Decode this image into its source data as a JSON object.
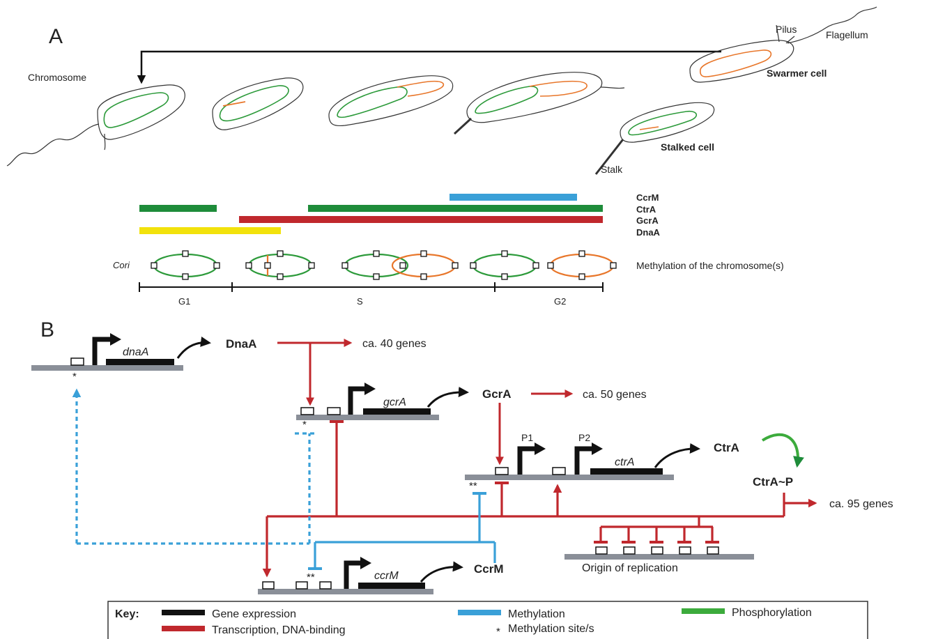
{
  "panel_a": {
    "label": "A",
    "chromosome_label": "Chromosome",
    "pilus_label": "Pilus",
    "flagellum_label": "Flagellum",
    "swarmer_label": "Swarmer cell",
    "stalked_label": "Stalked cell",
    "stalk_label": "Stalk",
    "regulators": [
      "CcrM",
      "CtrA",
      "GcrA",
      "DnaA"
    ],
    "cori_label": "Cori",
    "methylation_label": "Methylation of the chromosome(s)",
    "phases": [
      "G1",
      "S",
      "G2"
    ]
  },
  "panel_b": {
    "label": "B",
    "genes": {
      "dnaa": "dnaA",
      "gcra": "gcrA",
      "ctra": "ctrA",
      "ccrm": "ccrM"
    },
    "proteins": {
      "dnaa": "DnaA",
      "gcra": "GcrA",
      "ctra": "CtrA",
      "ctra_p": "CtrA~P",
      "ccrm": "CcrM"
    },
    "targets": {
      "dnaa": "ca. 40 genes",
      "gcra": "ca. 50 genes",
      "ctra": "ca. 95 genes"
    },
    "promoters": [
      "P1",
      "P2"
    ],
    "origin_label": "Origin of replication",
    "methylation_marks": {
      "single": "*",
      "double": "**"
    }
  },
  "key": {
    "title": "Key:",
    "items": [
      "Gene expression",
      "Transcription, DNA-binding",
      "Methylation",
      "Methylation site/s",
      "Phosphorylation"
    ]
  },
  "colors": {
    "green": "#1e8c3a",
    "red": "#c0282d",
    "blue": "#3aa0d8",
    "yellow": "#f2e20c",
    "orange": "#e8762a",
    "gray": "#8a8f98",
    "black": "#111111"
  }
}
